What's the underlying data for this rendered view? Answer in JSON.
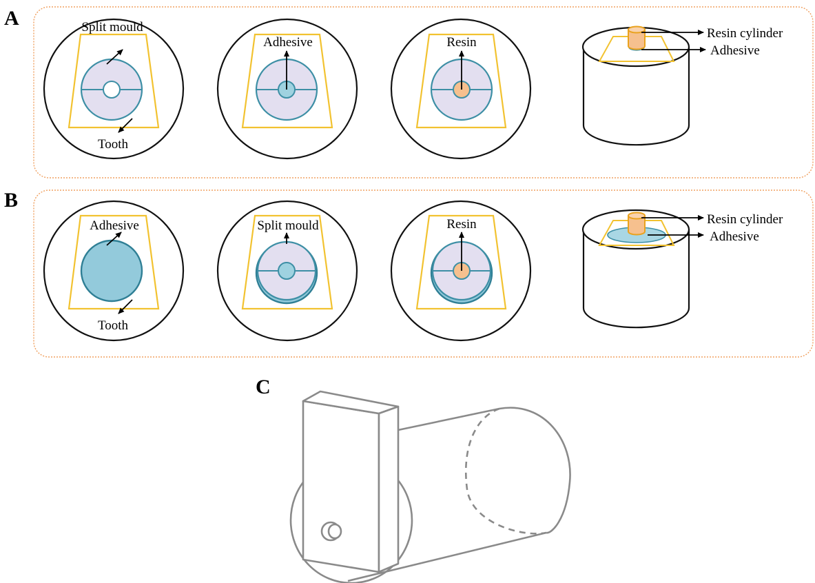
{
  "colors": {
    "panel_border": "#f0a060",
    "tooth_outline": "#f2c230",
    "mould_fill": "#e3dff0",
    "mould_stroke": "#3d8fa5",
    "adhesive_fill": "#9fd2e0",
    "resin_fill": "#f6c08e",
    "resin_stroke": "#e9a21e",
    "cylinder_stroke": "#111111",
    "apparatus_stroke": "#8a8a8a"
  },
  "panel_a": {
    "letter": "A",
    "split_mould": "Split mould",
    "tooth": "Tooth",
    "adhesive": "Adhesive",
    "resin": "Resin",
    "resin_cylinder": "Resin cylinder",
    "adhesive_side": "Adhesive"
  },
  "panel_b": {
    "letter": "B",
    "adhesive": "Adhesive",
    "tooth": "Tooth",
    "split_mould": "Split mould",
    "resin": "Resin",
    "resin_cylinder": "Resin cylinder",
    "adhesive_side": "Adhesive"
  },
  "panel_c": {
    "letter": "C"
  }
}
